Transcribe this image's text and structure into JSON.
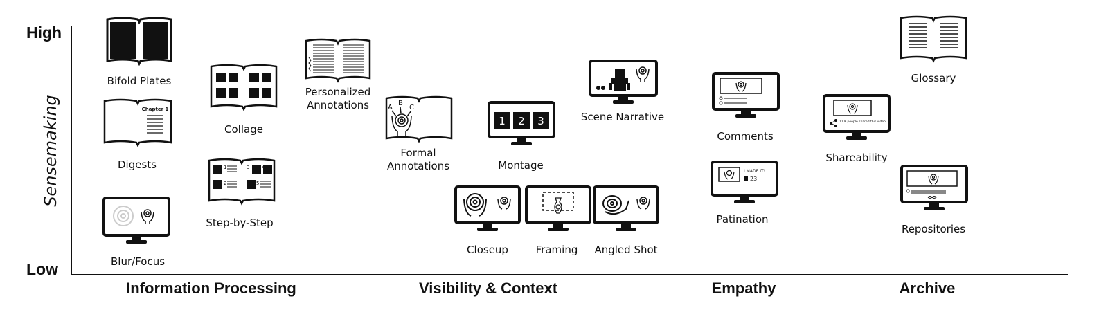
{
  "axes": {
    "y_title": "Sensemaking",
    "y_high": "High",
    "y_low": "Low"
  },
  "categories": [
    "Information Processing",
    "Visibility & Context",
    "Empathy",
    "Archive"
  ],
  "techniques": {
    "bifold_plates": "Bifold Plates",
    "digests": "Digests",
    "blur_focus": "Blur/Focus",
    "collage": "Collage",
    "step_by_step": "Step-by-Step",
    "personalized_annotations": "Personalized Annotations",
    "formal_annotations": "Formal Annotations",
    "montage": "Montage",
    "scene_narrative": "Scene Narrative",
    "closeup": "Closeup",
    "framing": "Framing",
    "angled_shot": "Angled Shot",
    "comments": "Comments",
    "patination": "Patination",
    "glossary": "Glossary",
    "shareability": "Shareability",
    "repositories": "Repositories"
  },
  "icon_text": {
    "chapter": "Chapter 1",
    "montage_1": "1",
    "montage_2": "2",
    "montage_3": "3",
    "formal_a": "A",
    "formal_b": "B",
    "formal_c": "C",
    "patination_made": "I MADE IT!",
    "patination_count": "23",
    "share_text": "11 K people shared this video",
    "step_1": "1",
    "step_2": "2",
    "step_3": "3",
    "step_4": "4",
    "step_5": "5"
  },
  "icons": [
    "book-icon",
    "monitor-icon",
    "spiral-artifact-icon",
    "hands-icon"
  ]
}
